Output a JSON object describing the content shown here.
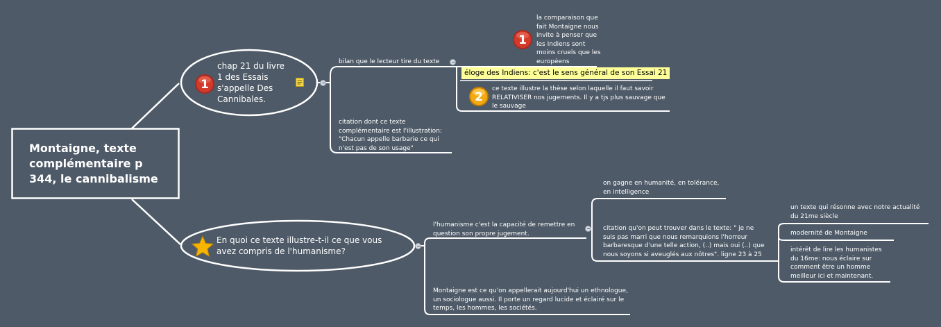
{
  "root": {
    "title": "Montaigne, texte complémentaire p 344, le cannibalisme"
  },
  "branch1": {
    "text": "chap 21 du livre 1 des Essais s'appelle Des Cannibales.",
    "badge": "1",
    "children": {
      "bilan": "bilan que le lecteur tire du texte",
      "citation": "citation dont ce texte complémentaire est l'illustration: \"Chacun appelle barbarie ce qui n'est pas de son usage\""
    },
    "bilan_children": {
      "comparaison": "la comparaison que fait Montaigne nous invite à penser que les Indiens sont moins cruels que les européens",
      "comparaison_badge": "1",
      "eloge": "éloge des Indiens: c'est le sens général de son Essai 21",
      "relativiser": "ce texte illustre la thèse selon laquelle il faut savoir RELATIVISER nos jugements. Il y a tjs plus sauvage que le sauvage",
      "relativiser_badge": "2"
    }
  },
  "branch2": {
    "text": "En quoi ce texte illustre-t-il ce que vous avez compris de l'humanisme?",
    "children": {
      "humanisme": "l'humanisme c'est la capacité de remettre en question son propre jugement.",
      "ethnologue": "Montaigne est ce qu'on appellerait aujourd'hui un ethnologue, un sociologue aussi. Il porte un regard lucide et éclairé sur le temps, les hommes, les sociétés."
    },
    "humanisme_children": {
      "gagne": "on gagne en humanité, en tolérance, en intelligence",
      "citation_texte": "citation qu'on peut trouver dans le texte: \" je ne suis pas marri que nous remarquions l'horreur barbaresque d'une telle action, (..) mais oui (..) que nous soyons si aveuglés aux nôtres\". ligne 23 à 25"
    },
    "citation_children": {
      "actualite": "un texte qui résonne avec notre actualité du 21me siècle",
      "modernite": "modernité de Montaigne",
      "interet": "intérêt de lire les humanistes du 16me: nous éclaire sur comment être un homme meilleur ici et maintenant."
    }
  },
  "colors": {
    "background": "#4e5a67",
    "lines": "#ffffff",
    "highlight": "#ffff99",
    "badge_red": "#c0392b",
    "badge_orange": "#f0a010",
    "star": "#f7b500"
  }
}
